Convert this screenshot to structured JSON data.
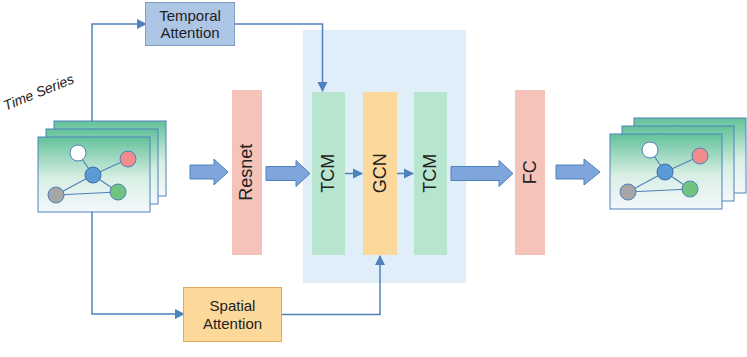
{
  "diagram": {
    "nodes": [
      {
        "text": [
          "Temporal Attention"
        ]
      },
      {
        "text": [
          "Resnet"
        ]
      },
      {
        "text": [
          "TCM"
        ]
      },
      {
        "text": [
          "GCN"
        ]
      },
      {
        "text": [
          "TCM"
        ]
      },
      {
        "text": [
          "FC"
        ]
      },
      {
        "text": [
          "Spatial Attention"
        ]
      }
    ],
    "edges": [
      {
        "from": 0,
        "to": 2,
        "arrow": "to"
      },
      {
        "from": 1,
        "to": 2,
        "arrow": "to"
      },
      {
        "from": 2,
        "to": 3,
        "arrow": "to"
      },
      {
        "from": 3,
        "to": 4,
        "arrow": "to"
      },
      {
        "from": 4,
        "to": 5,
        "arrow": "to"
      },
      {
        "from": 6,
        "to": 3,
        "arrow": "to"
      }
    ],
    "labels": [
      "Time Series"
    ]
  }
}
